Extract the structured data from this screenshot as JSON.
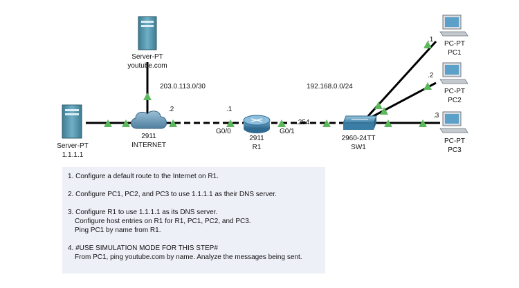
{
  "devices": {
    "server_youtube": {
      "type": "Server-PT",
      "name": "youtube.com"
    },
    "server_dns": {
      "type": "Server-PT",
      "name": "1.1.1.1"
    },
    "cloud": {
      "model": "2911",
      "name": "INTERNET"
    },
    "router": {
      "model": "2911",
      "name": "R1"
    },
    "switch": {
      "model": "2960-24TT",
      "name": "SW1"
    },
    "pc1": {
      "type": "PC-PT",
      "name": "PC1"
    },
    "pc2": {
      "type": "PC-PT",
      "name": "PC2"
    },
    "pc3": {
      "type": "PC-PT",
      "name": "PC3"
    }
  },
  "labels": {
    "wan_net": "203.0.113.0/30",
    "lan_net": "192.168.0.0/24",
    "cloud_ip": ".2",
    "r1_wan_ip": ".1",
    "r1_lan_ip": ".254",
    "r1_g00": "G0/0",
    "r1_g01": "G0/1",
    "pc1_ip": ".1",
    "pc2_ip": ".2",
    "pc3_ip": ".3"
  },
  "colors": {
    "link": "#000000",
    "link_up": "#5cb85c",
    "server_body": "#4e8fa6",
    "cloud": "#6e9ab8",
    "router": "#3d78a0",
    "switch": "#4a8db0",
    "pc_screen": "#5aa0c8",
    "notes_bg": "#eef0f8"
  },
  "instructions": {
    "step1": "1. Configure a default route to the Internet on R1.",
    "step2": "2. Configure PC1, PC2, and PC3 to use 1.1.1.1 as their DNS server.",
    "step3_a": "3. Configure R1 to use 1.1.1.1 as its DNS server.",
    "step3_b": "Configure host entries on R1 for R1, PC1, PC2, and PC3.",
    "step3_c": "Ping PC1 by name from R1.",
    "step4_a": "4. #USE SIMULATION MODE FOR THIS STEP#",
    "step4_b": "From PC1, ping youtube.com by name.  Analyze the messages being sent."
  }
}
